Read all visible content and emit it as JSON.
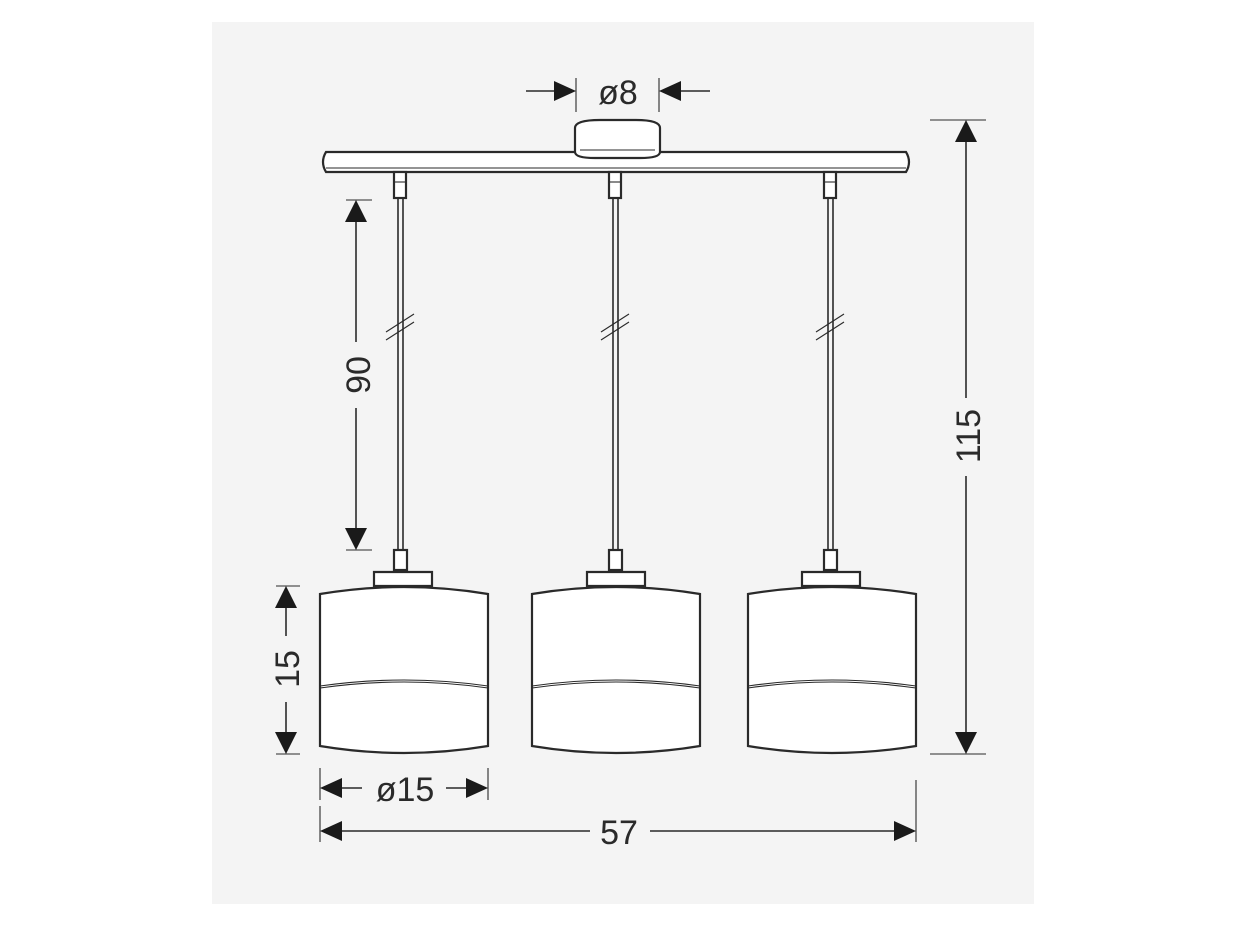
{
  "dimensions": {
    "canopy_diameter": "ø8",
    "drop_length": "90",
    "total_height": "115",
    "shade_height": "15",
    "shade_diameter": "ø15",
    "total_width": "57"
  },
  "colors": {
    "line": "#2a2a2a",
    "background": "#ffffff",
    "panel": "#f4f4f4"
  }
}
